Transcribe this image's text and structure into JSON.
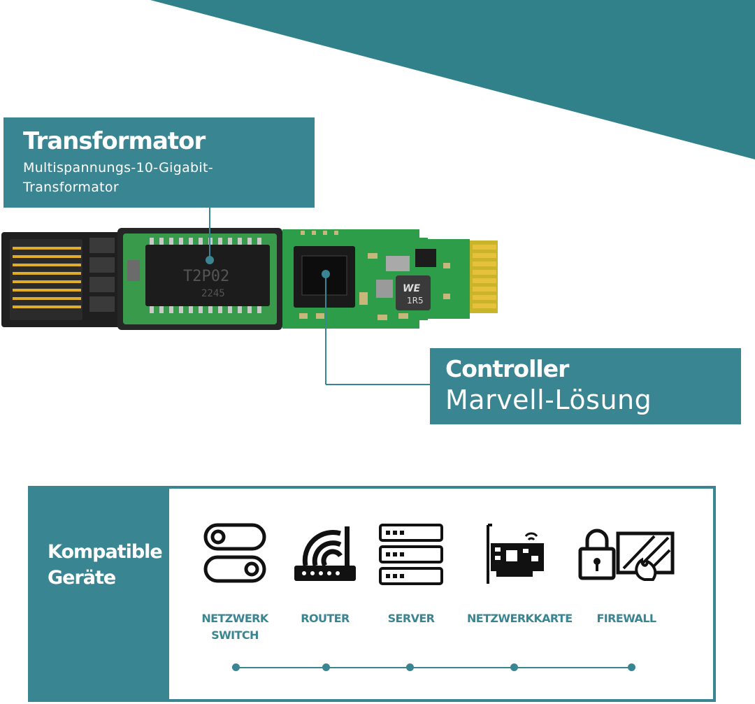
{
  "colors": {
    "accent": "#3a8592",
    "banner": "#2e7d85",
    "pcb": "#2e9d4a",
    "gold": "#d9a31a"
  },
  "transformator": {
    "title": "Transformator",
    "subtitle": "Multispannungs-10-Gigabit-Transformator"
  },
  "controller": {
    "title": "Controller",
    "subtitle": "Marvell-Lösung"
  },
  "board_markings": {
    "chip_code": "T2P02",
    "chip_batch": "2245",
    "inductor_logo": "WE",
    "inductor_value": "1R5"
  },
  "compatible": {
    "title": "Kompatible Geräte",
    "devices": [
      {
        "name": "NETZWERK SWITCH",
        "icon": "network-switch-icon"
      },
      {
        "name": "ROUTER",
        "icon": "router-icon"
      },
      {
        "name": "SERVER",
        "icon": "server-icon"
      },
      {
        "name": "NETZWERKKARTE",
        "icon": "network-card-icon"
      },
      {
        "name": "FIREWALL",
        "icon": "firewall-icon"
      }
    ]
  }
}
